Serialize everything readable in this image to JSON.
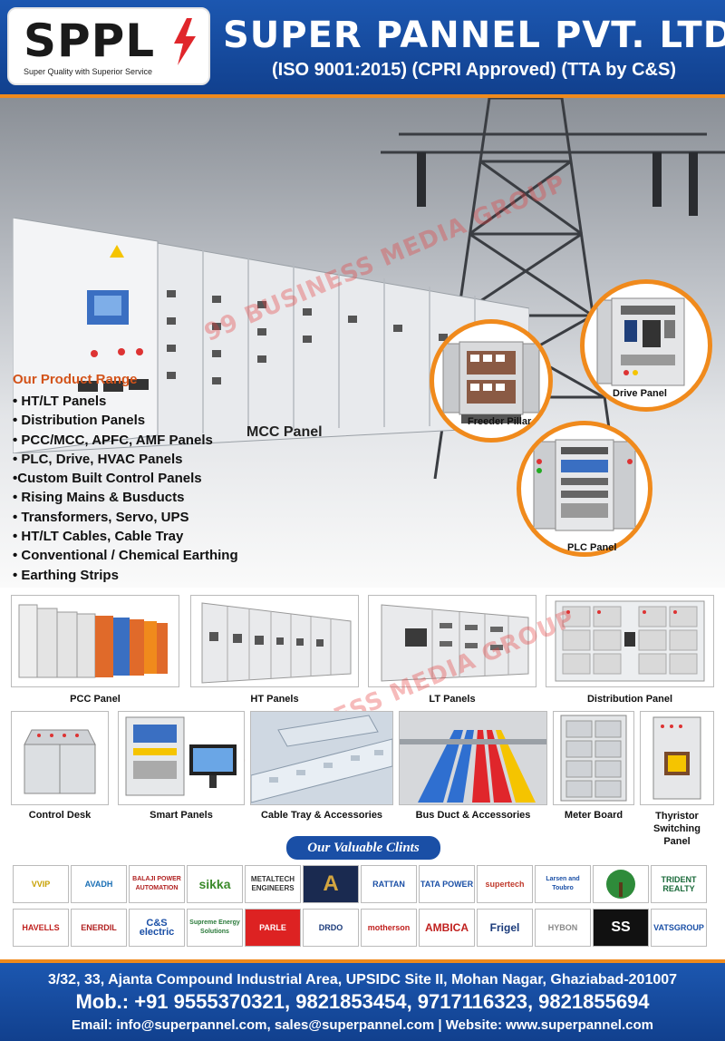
{
  "header": {
    "logo_text": "SPPL",
    "logo_tagline": "Super Quality with Superior Service",
    "company_name": "SUPER PANNEL PVT. LTD.",
    "certifications": "(ISO 9001:2015) (CPRI Approved) (TTA by C&S)"
  },
  "hero": {
    "mcc_label": "MCC Panel",
    "watermark": "99 BUSINESS MEDIA GROUP"
  },
  "product_range": {
    "title": "Our Product Range",
    "items": [
      "• HT/LT Panels",
      "• Distribution Panels",
      "• PCC/MCC, APFC, AMF Panels",
      "• PLC, Drive, HVAC Panels",
      "•Custom Built Control Panels",
      "• Rising Mains & Busducts",
      "• Transformers, Servo, UPS",
      "• HT/LT Cables, Cable Tray",
      "• Conventional / Chemical Earthing",
      "• Earthing Strips"
    ]
  },
  "circles": {
    "feeder": "Freeder Pillar",
    "drive": "Drive Panel",
    "plc": "PLC Panel"
  },
  "gallery_row1": [
    "PCC Panel",
    "HT Panels",
    "LT Panels",
    "Distribution Panel"
  ],
  "gallery_row2": [
    "Control Desk",
    "Smart Panels",
    "Cable Tray & Accessories",
    "Bus Duct & Accessories",
    "Meter Board",
    "Thyristor Switching Panel"
  ],
  "clients": {
    "title": "Our Valuable Clints",
    "row1": [
      "VVIP",
      "AVADH",
      "BALAJI POWER AUTOMATION",
      "sikka",
      "METALTECH ENGINEERS",
      "A",
      "RATTAN",
      "TATA POWER",
      "supertech",
      "Larsen and Toubro",
      "",
      "TRIDENT REALTY"
    ],
    "row2": [
      "HAVELLS",
      "ENERDIL",
      "C&S electric",
      "Supreme Energy Solutions",
      "PARLE",
      "DRDO",
      "motherson",
      "AMBICA",
      "Frigel",
      "HYBON",
      "SS",
      "VATSGROUP"
    ]
  },
  "footer": {
    "address": "3/32, 33, Ajanta Compound Industrial Area, UPSIDC Site II, Mohan Nagar, Ghaziabad-201007",
    "mobile": "Mob.: +91 9555370321, 9821853454, 9717116323, 9821855694",
    "email": "Email: info@superpannel.com, sales@superpannel.com | Website: www.superpannel.com"
  },
  "colors": {
    "brand_blue": "#1c57b0",
    "accent_orange": "#f08a1c",
    "range_title": "#d3531a"
  }
}
